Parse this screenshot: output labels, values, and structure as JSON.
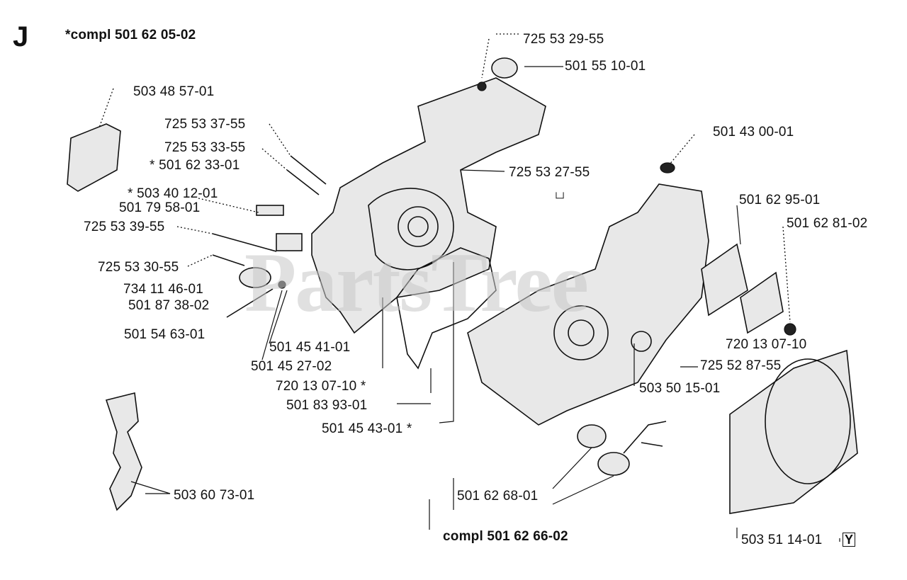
{
  "section_letter": "J",
  "watermark": "PartsTree",
  "assembly_labels": {
    "top": "*compl 501 62 05-02",
    "bottom": "compl 501 62 66-02"
  },
  "part_labels": [
    "725 53 29-55",
    "501 55 10-01",
    "503 48 57-01",
    "725 53 37-55",
    "725 53 33-55",
    "* 501 62 33-01",
    "* 503 40 12-01",
    "501 79 58-01",
    "725 53 39-55",
    "725 53 30-55",
    "734 11 46-01",
    "501 87 38-02",
    "501 54 63-01",
    "501 45 41-01",
    "501 45 27-02",
    "720 13 07-10 *",
    "501 83 93-01",
    "501 45 43-01 *",
    "725 53 27-55",
    "501 43 00-01",
    "501 62 95-01",
    "501 62 81-02",
    "720 13 07-10",
    "725 52 87-55",
    "503 50 15-01",
    "501 62 68-01",
    "503 60 73-01",
    "503 51 14-01"
  ],
  "small_marks": {
    "connector_box": "└┘",
    "y_box": "Y"
  }
}
